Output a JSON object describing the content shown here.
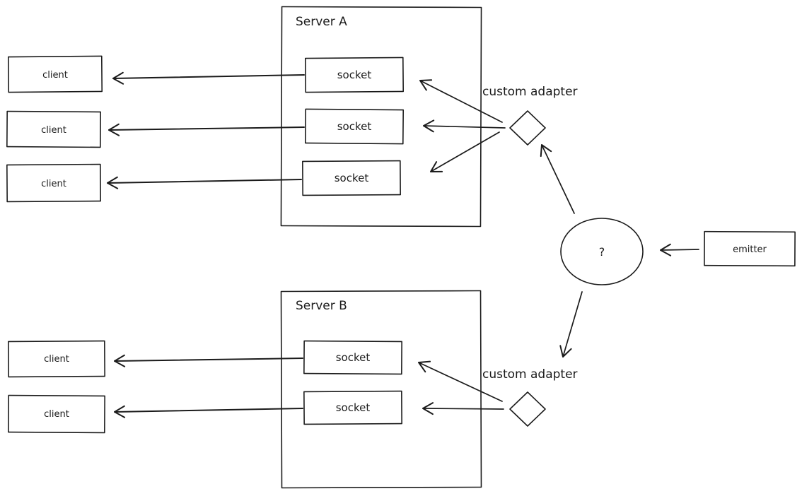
{
  "colors": {
    "ink": "#1b1b1b",
    "background": "#ffffff"
  },
  "diagram": {
    "server_a": {
      "title": "Server A",
      "sockets": [
        "socket",
        "socket",
        "socket"
      ]
    },
    "server_b": {
      "title": "Server B",
      "sockets": [
        "socket",
        "socket"
      ]
    },
    "clients_top": [
      "client",
      "client",
      "client"
    ],
    "clients_bottom": [
      "client",
      "client"
    ],
    "adapters": {
      "top": {
        "label": "custom adapter"
      },
      "bottom": {
        "label": "custom adapter"
      }
    },
    "hub": {
      "label": "?"
    },
    "emitter": {
      "label": "emitter"
    }
  }
}
